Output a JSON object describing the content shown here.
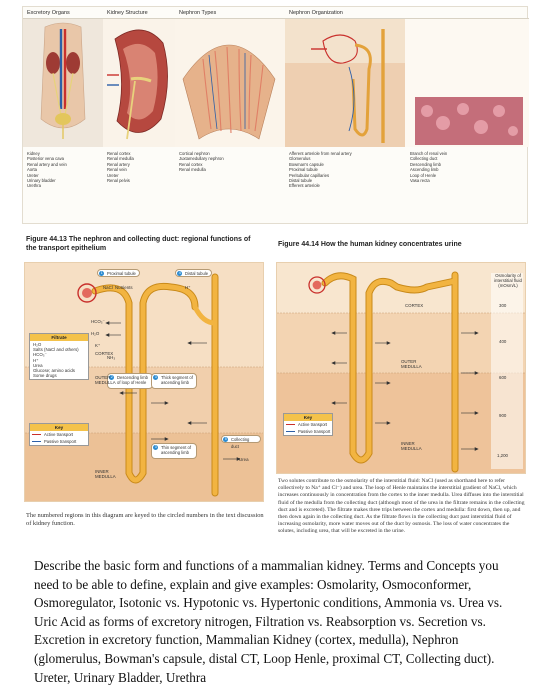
{
  "top_panel": {
    "headers": [
      "Excretory Organs",
      "Kidney Structure",
      "Nephron Types",
      "Nephron Organization"
    ],
    "organ_labels": [
      "Posterior vena cava",
      "Renal artery and vein",
      "Aorta",
      "Ureter",
      "Urinary bladder",
      "Urethra",
      "Kidney"
    ],
    "kidney_labels": [
      "Renal cortex",
      "Renal medulla",
      "Renal artery",
      "Renal vein",
      "Ureter",
      "Renal pelvis"
    ],
    "nephron_labels": [
      "Cortical nephron",
      "Juxtamedullary nephron",
      "Renal cortex",
      "Renal medulla"
    ],
    "organization_labels": [
      "Afferent arteriole from renal artery",
      "Glomerulus",
      "Bowman's capsule",
      "Proximal tubule",
      "Peritubular capillaries",
      "Distal tubule",
      "Efferent arteriole",
      "Branch of renal vein",
      "Collecting duct",
      "Descending limb",
      "Ascending limb",
      "Loop of Henle",
      "Vasa recta"
    ]
  },
  "fig13": {
    "title": "Figure 44.13",
    "title_text": "The nephron and collecting duct: regional functions of the transport epithelium",
    "regions": [
      {
        "num": "1",
        "label": "Proximal tubule"
      },
      {
        "num": "2",
        "label": "Descending limb of loop of Henle"
      },
      {
        "num": "3",
        "label": "Thick segment of ascending limb"
      },
      {
        "num": "4",
        "label": "Distal tubule"
      },
      {
        "num": "5",
        "label": "Collecting duct"
      },
      {
        "num": "3",
        "label": "Thin segment of ascending limb"
      }
    ],
    "solutes": [
      "NaCl",
      "Nutrients",
      "HCO₃⁻",
      "H₂O",
      "K⁺",
      "H⁺",
      "NH₃",
      "Urea"
    ],
    "zones": [
      "CORTEX",
      "OUTER MEDULLA",
      "INNER MEDULLA"
    ],
    "filtrate_title": "Filtrate",
    "filtrate_items": [
      "H₂O",
      "Salts (NaCl and others)",
      "HCO₃⁻",
      "H⁺",
      "Urea",
      "Glucose; amino acids",
      "Some drugs"
    ],
    "key_title": "Key",
    "key_items": [
      "Active transport",
      "Passive transport"
    ],
    "note": "The numbered regions in this diagram are keyed to the circled numbers in the text discussion of kidney function."
  },
  "fig14": {
    "title": "Figure 44.14",
    "title_text": "How the human kidney concentrates urine",
    "osm_label": "Osmolarity of interstitial fluid (mOsm/L)",
    "osm_values": [
      "300",
      "400",
      "600",
      "900",
      "1,200"
    ],
    "zones": [
      "CORTEX",
      "OUTER MEDULLA",
      "INNER MEDULLA"
    ],
    "key_title": "Key",
    "key_items": [
      "Active transport",
      "Passive transport"
    ],
    "note": "Two solutes contribute to the osmolarity of the interstitial fluid: NaCl (used as shorthand here to refer collectively to Na⁺ and Cl⁻) and urea. The loop of Henle maintains the interstitial gradient of NaCl, which increases continuously in concentration from the cortex to the inner medulla. Urea diffuses into the interstitial fluid of the medulla from the collecting duct (although most of the urea in the filtrate remains in the collecting duct and is excreted). The filtrate makes three trips between the cortex and medulla: first down, then up, and then down again in the collecting duct. As the filtrate flows in the collecting duct past interstitial fluid of increasing osmolarity, more water moves out of the duct by osmosis. The loss of water concentrates the solutes, including urea, that will be excreted in the urine."
  },
  "body": {
    "paragraph": "Describe the basic form and functions of a mammalian kidney. Terms and Concepts you need to be able to define, explain and give examples: Osmolarity, Osmoconformer, Osmoregulator, Isotonic vs. Hypotonic vs. Hypertonic conditions, Ammonia vs. Urea vs. Uric Acid as forms of excretory nitrogen, Filtration vs. Reabsorption vs. Secretion vs. Excretion in excretory function, Mammalian Kidney (cortex, medulla), Nephron (glomerulus, Bowman's capsule, distal CT, Loop Henle, proximal CT, Collecting duct). Ureter, Urinary Bladder, Urethra"
  },
  "colors": {
    "panel_bg": "#f6dfc4",
    "tubule": "#f2b441",
    "tubule_edge": "#c98a1a",
    "blood_red": "#c9302c",
    "blood_blue": "#2c5fa8",
    "accent_blue": "#2a8ad0"
  }
}
